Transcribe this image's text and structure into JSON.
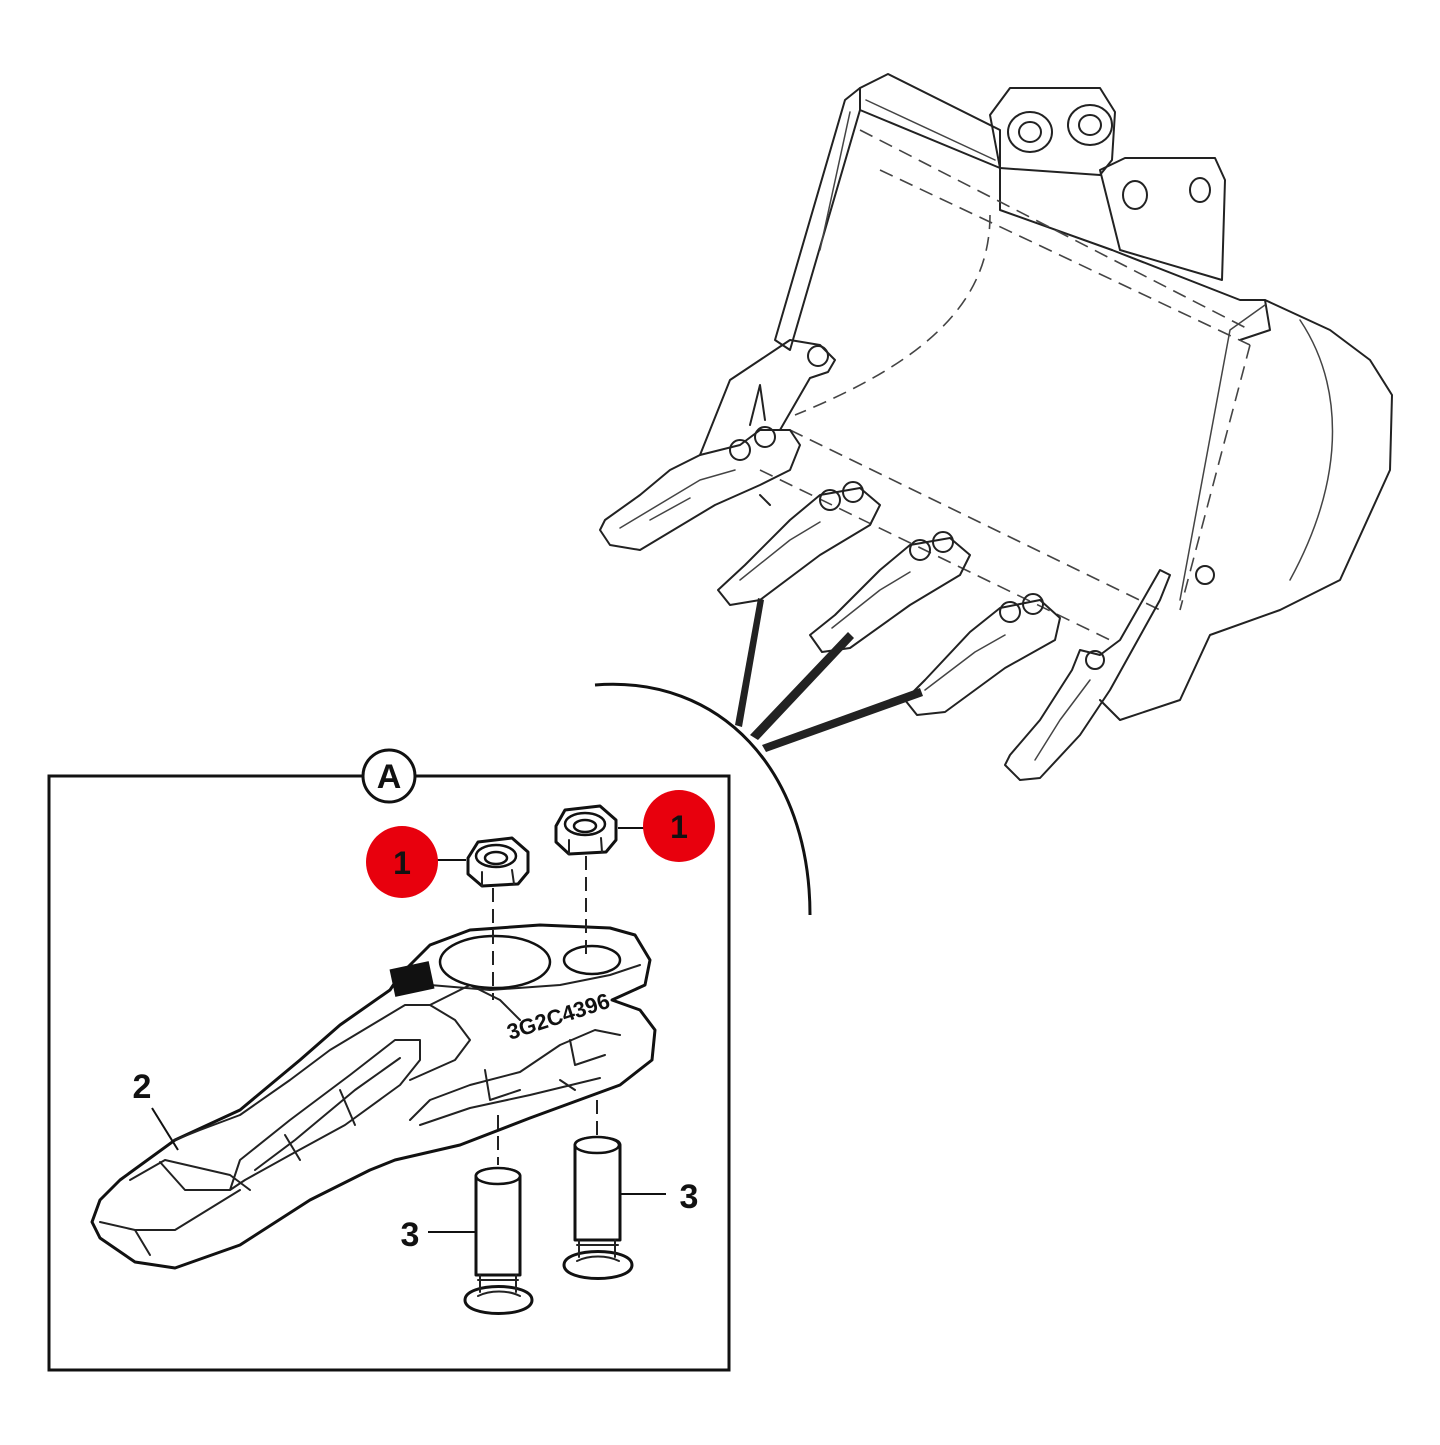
{
  "detail_label": "A",
  "callouts": [
    {
      "id": "nut-left",
      "text": "1",
      "color": "#e8000d"
    },
    {
      "id": "nut-right",
      "text": "1",
      "color": "#e8000d"
    },
    {
      "id": "tooth",
      "text": "2"
    },
    {
      "id": "bolt-left",
      "text": "3"
    },
    {
      "id": "bolt-right",
      "text": "3"
    }
  ],
  "part_marking": "3G2C4396",
  "icons": [
    "hex-nut-icon",
    "bolt-icon",
    "tooth-icon",
    "bucket-icon"
  ]
}
